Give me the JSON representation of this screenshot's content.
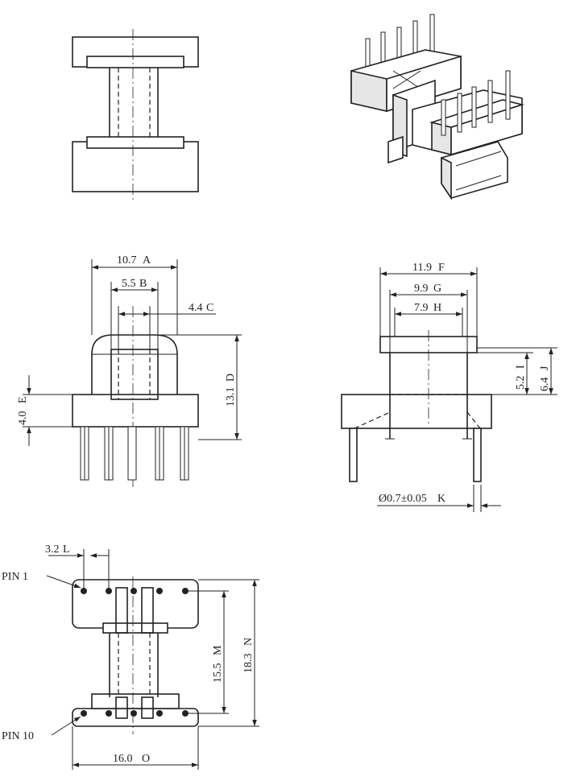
{
  "dimensions": [
    {
      "id": "A",
      "value": "10.7",
      "letter": "A"
    },
    {
      "id": "B",
      "value": "5.5",
      "letter": "B"
    },
    {
      "id": "C",
      "value": "4.4",
      "letter": "C"
    },
    {
      "id": "D",
      "value": "13.1",
      "letter": "D"
    },
    {
      "id": "E",
      "value": "4.0",
      "letter": "E"
    },
    {
      "id": "F",
      "value": "11.9",
      "letter": "F"
    },
    {
      "id": "G",
      "value": "9.9",
      "letter": "G"
    },
    {
      "id": "H",
      "value": "7.9",
      "letter": "H"
    },
    {
      "id": "I",
      "value": "5.2",
      "letter": "I"
    },
    {
      "id": "J",
      "value": "6.4",
      "letter": "J"
    },
    {
      "id": "K",
      "value": "Ø0.7±0.05",
      "letter": "K"
    },
    {
      "id": "L",
      "value": "3.2",
      "letter": "L"
    },
    {
      "id": "M",
      "value": "15.5",
      "letter": "M"
    },
    {
      "id": "N",
      "value": "18.3",
      "letter": "N"
    },
    {
      "id": "O",
      "value": "16.0",
      "letter": "O"
    }
  ],
  "pin_labels": {
    "pin1": "PIN 1",
    "pin10": "PIN 10"
  }
}
